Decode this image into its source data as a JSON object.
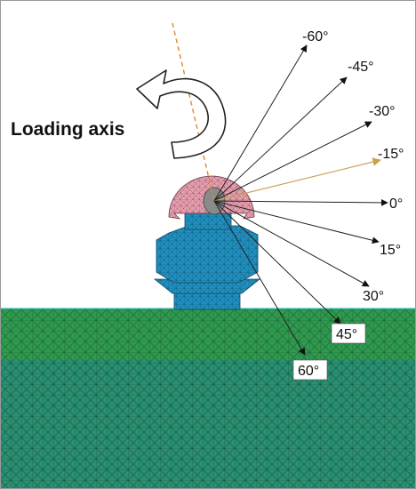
{
  "loading_axis_label": "Loading axis",
  "angle_labels": [
    "-60°",
    "-45°",
    "-30°",
    "-15°",
    "0°",
    "15°",
    "30°",
    "45°",
    "60°"
  ],
  "colors": {
    "loading_axis": "#d88a2a",
    "highlight_ray": "#c8a050",
    "ray": "#222222",
    "tip": "#e8a0b0",
    "body": "#1f8fbf",
    "ground_top": "#2e9a4e",
    "ground_bottom": "#2a8f6f"
  },
  "icons": {
    "rotation": "curved-arrow-icon"
  }
}
